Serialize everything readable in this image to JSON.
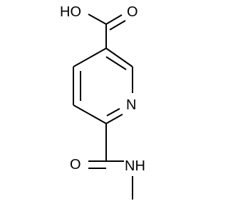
{
  "molecule": {
    "labels": {
      "hydroxyl": "HO",
      "carbonyl_oxygen_acid": "O",
      "ring_nitrogen": "N",
      "carbonyl_oxygen_amide": "O",
      "amide_nh": "NH"
    },
    "colors": {
      "bond": "#000000",
      "heteroatom": "#000000"
    }
  }
}
